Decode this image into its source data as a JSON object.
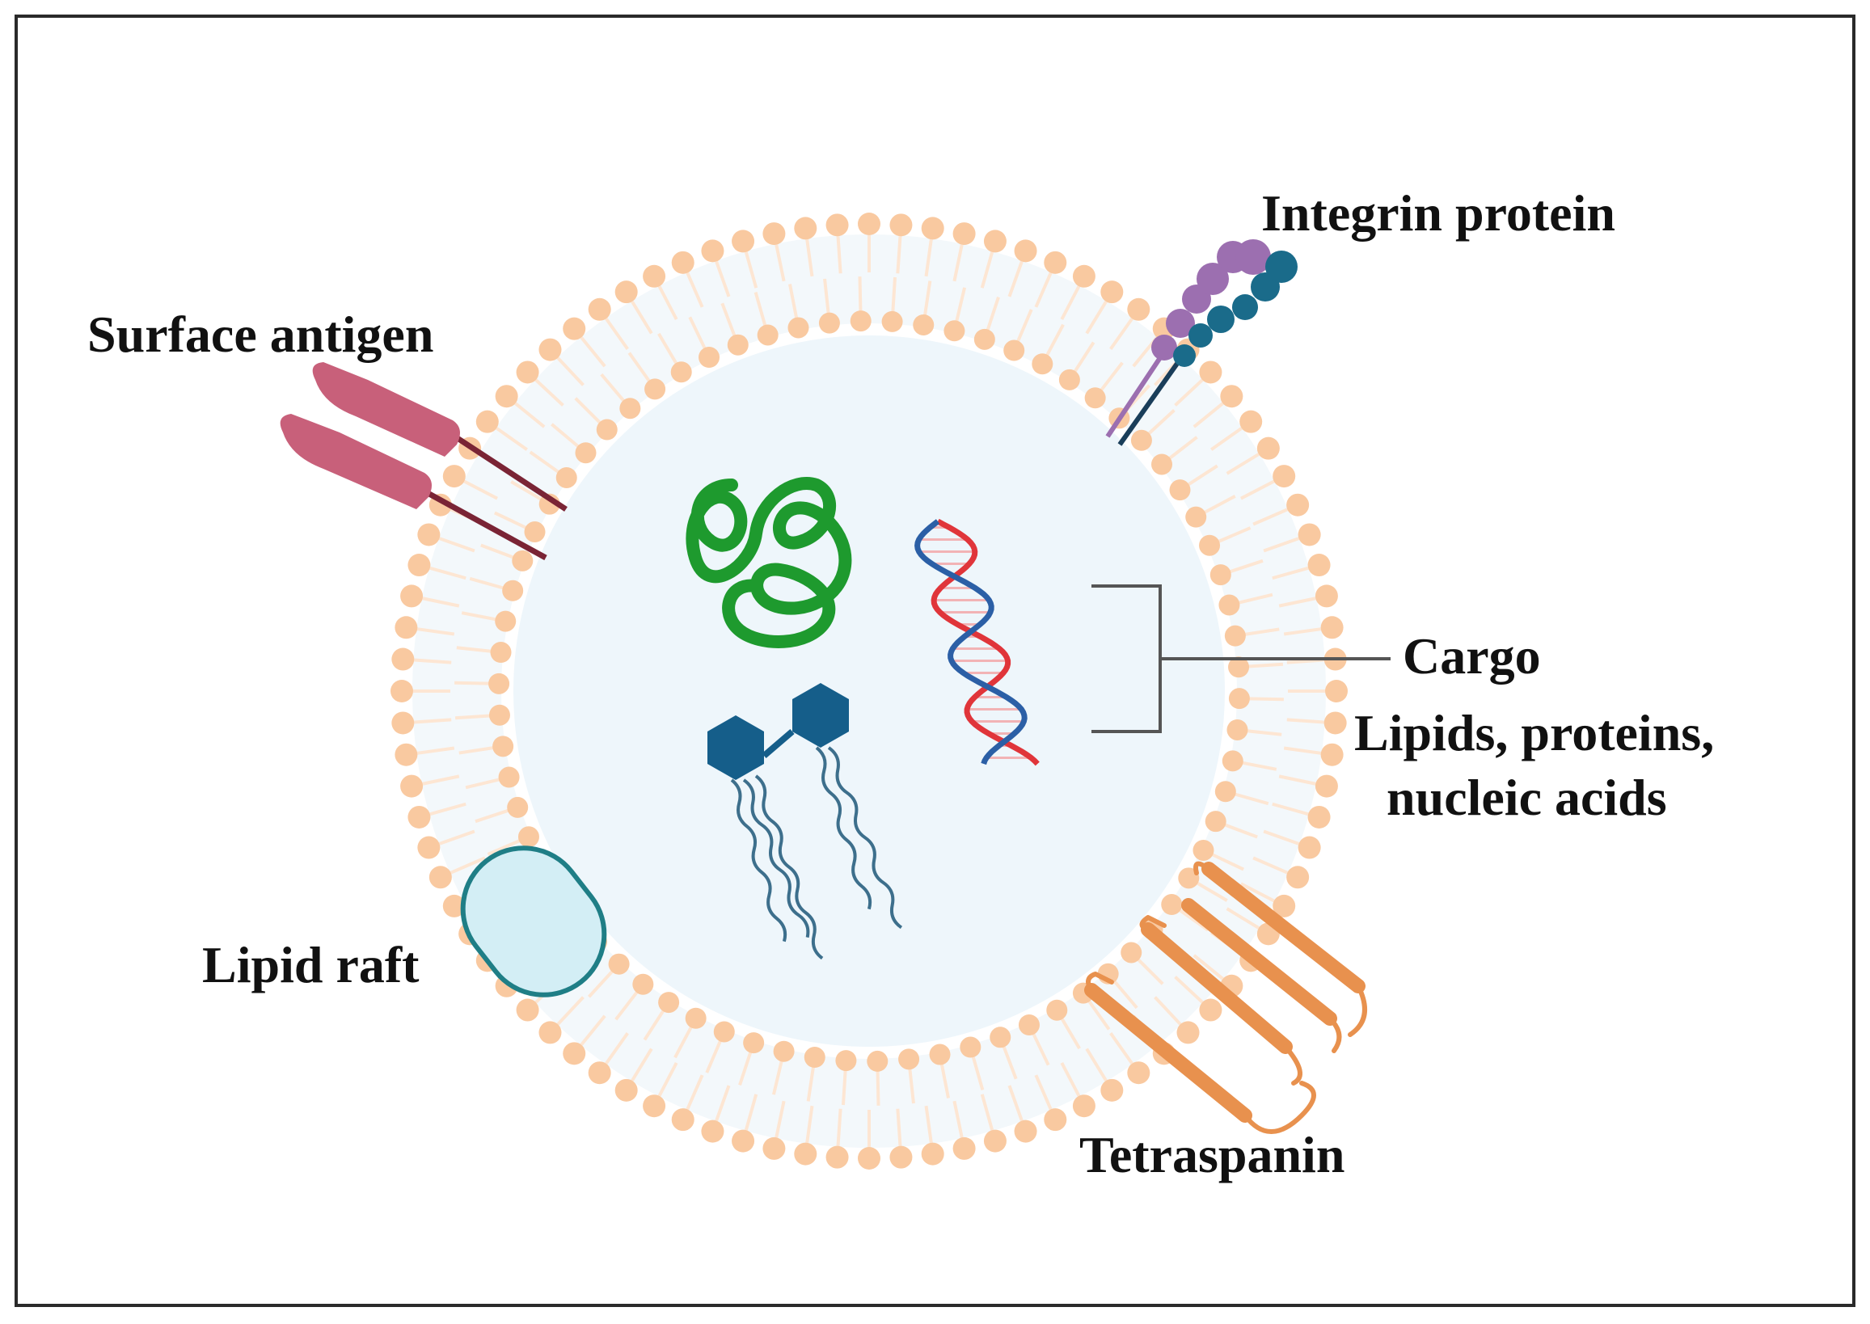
{
  "labels": {
    "integrin": "Integrin protein",
    "surface_antigen": "Surface antigen",
    "cargo": "Cargo",
    "cargo_detail_1": "Lipids, proteins,",
    "cargo_detail_2": "nucleic acids",
    "lipid_raft": "Lipid raft",
    "tetraspanin": "Tetraspanin"
  },
  "colors": {
    "frame": "#2a2a2a",
    "membrane_bead": "#f9c9a0",
    "membrane_tail": "#fde6d3",
    "lumen": "#eef6fb",
    "antigen": "#c8607a",
    "antigen_stem": "#7a2435",
    "integrin_a": "#9c6fb0",
    "integrin_b": "#1a6b8a",
    "protein_coil": "#1e9a2e",
    "dna_red": "#e0353a",
    "dna_blue": "#2b5fa6",
    "lipid_head": "#155e8a",
    "raft_fill": "#d3eef5",
    "raft_stroke": "#1f7e86",
    "tetraspanin": "#e8914e",
    "bracket": "#555555"
  }
}
